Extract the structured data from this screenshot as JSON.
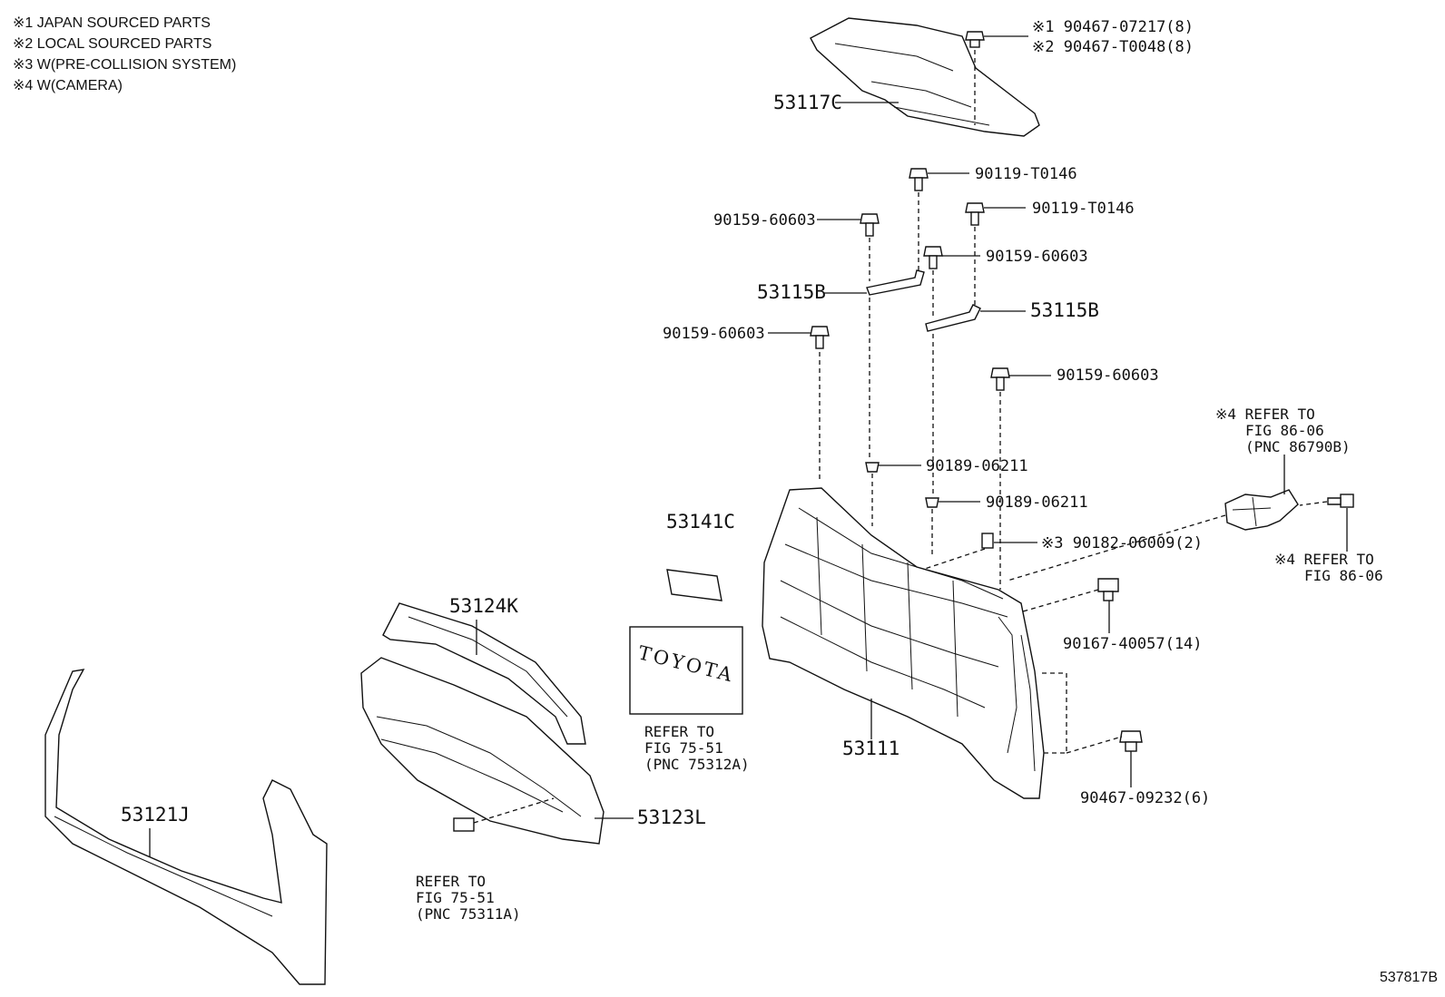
{
  "legend": [
    "※1 JAPAN SOURCED PARTS",
    "※2 LOCAL SOURCED PARTS",
    "※3 W(PRE-COLLISION SYSTEM)",
    "※4 W(CAMERA)"
  ],
  "labels": {
    "p53117C": "53117C",
    "p90467_07217": "※1 90467-07217(8)",
    "p90467_T0048": "※2 90467-T0048(8)",
    "p90119_a": "90119-T0146",
    "p90119_b": "90119-T0146",
    "p90159_a": "90159-60603",
    "p90159_b": "90159-60603",
    "p90159_c": "90159-60603",
    "p90159_d": "90159-60603",
    "p53115B_a": "53115B",
    "p53115B_b": "53115B",
    "p90189_a": "90189-06211",
    "p90189_b": "90189-06211",
    "p90182": "※3 90182-06009(2)",
    "p90167": "90167-40057(14)",
    "p90467_09232": "90467-09232(6)",
    "p53141C": "53141C",
    "p53124K": "53124K",
    "p53111": "53111",
    "p53121J": "53121J",
    "p53123L": "53123L"
  },
  "refs": {
    "camera_top": [
      "※4 REFER TO",
      "FIG 86-06",
      "(PNC 86790B)"
    ],
    "camera_right": [
      "※4 REFER TO",
      "FIG 86-06"
    ],
    "emblem": [
      "REFER TO",
      "FIG 75-51",
      "(PNC 75312A)"
    ],
    "badge": [
      "REFER TO",
      "FIG 75-51",
      "(PNC 75311A)"
    ]
  },
  "emblem_text": "TOYOTA",
  "figure_number": "537817B"
}
